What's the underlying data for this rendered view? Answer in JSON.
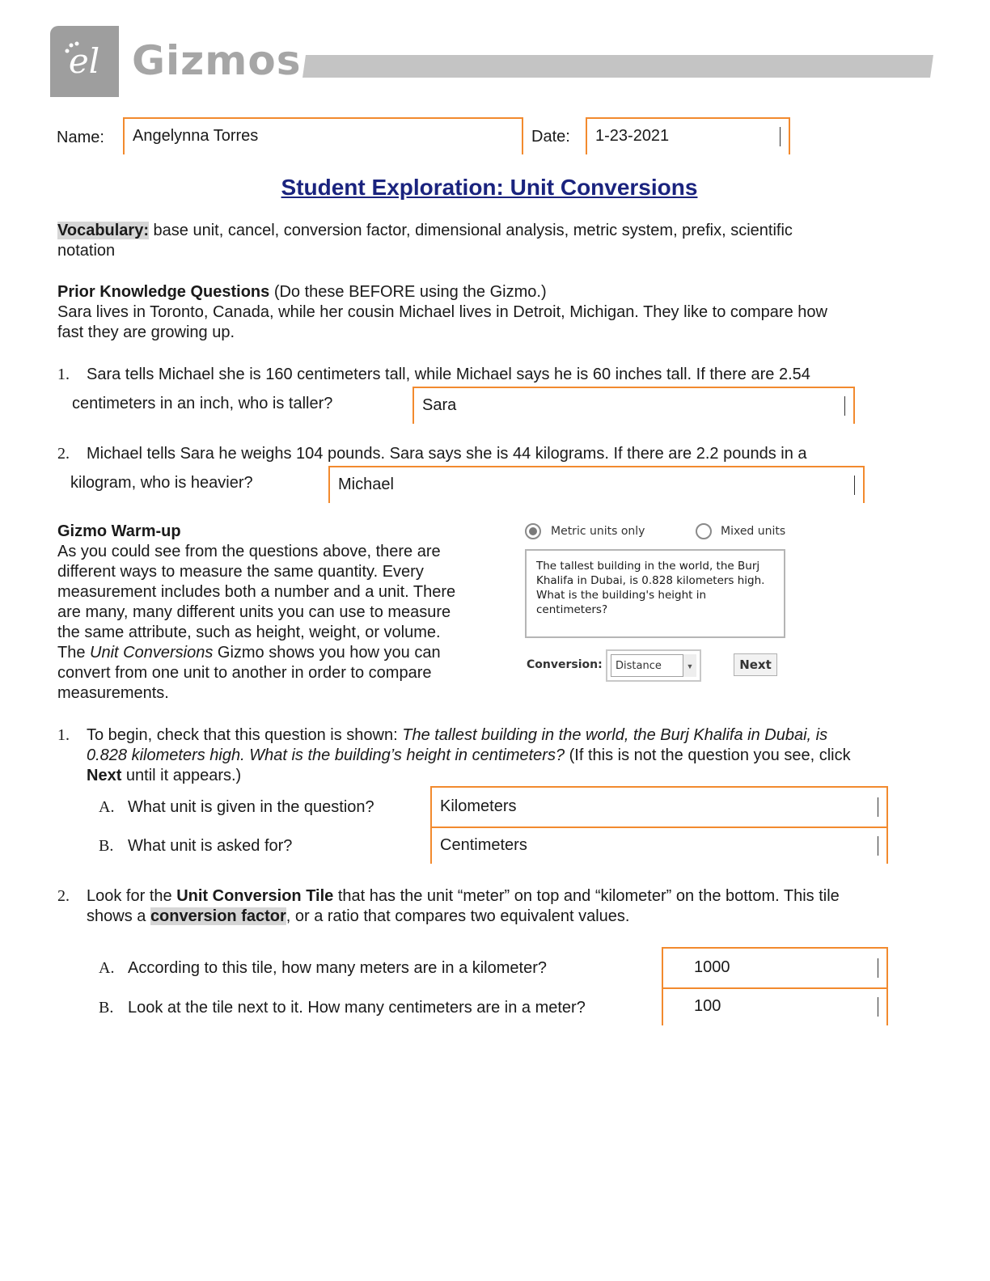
{
  "header": {
    "brand": "Gizmos"
  },
  "form": {
    "name_label": "Name:",
    "name_value": "Angelynna Torres",
    "date_label": "Date:",
    "date_value": "1-23-2021"
  },
  "title": "Student Exploration: Unit Conversions",
  "vocabulary": {
    "label": "Vocabulary:",
    "text_line1": " base unit, cancel, conversion factor, dimensional analysis, metric system, prefix, scientific",
    "text_line2": "notation"
  },
  "prior": {
    "heading": "Prior Knowledge Questions",
    "heading_note": " (Do these BEFORE using the Gizmo.)",
    "intro_line1": "Sara lives in Toronto, Canada, while her cousin Michael lives in Detroit, Michigan. They like to compare how",
    "intro_line2": "fast they are growing up.",
    "q1_num": "1.",
    "q1_line1": "Sara tells Michael she is 160 centimeters tall, while Michael says he is 60 inches tall. If there are 2.54",
    "q1_line2": "centimeters in an inch, who is taller?",
    "q1_answer": "Sara",
    "q2_num": "2.",
    "q2_line1": "Michael tells Sara he weighs 104 pounds. Sara says she is 44 kilograms. If there are 2.2 pounds in a",
    "q2_line2": "kilogram, who is heavier?",
    "q2_answer": "Michael"
  },
  "warmup": {
    "heading": "Gizmo Warm-up",
    "lines": [
      "As you could see from the questions above, there are",
      "different ways to measure the same quantity. Every",
      "measurement includes both a number and a unit. There",
      "are many, many different units you can use to measure",
      "the same attribute, such as height, weight, or volume."
    ],
    "line6_pre": "The ",
    "line6_italic": "Unit Conversions",
    "line6_post": " Gizmo shows you how you can",
    "line7": "convert from one unit to another in order to compare",
    "line8": "measurements."
  },
  "gizmo": {
    "radio_metric": "Metric units only",
    "radio_mixed": "Mixed units",
    "question_lines": [
      "The tallest building in the world, the Burj",
      "Khalifa in Dubai, is 0.828 kilometers high.",
      "What is the building's height in centimeters?"
    ],
    "conversion_label": "Conversion:",
    "conversion_value": "Distance",
    "next_button": "Next"
  },
  "q1": {
    "num": "1.",
    "line1_pre": "To begin, check that this question is shown: ",
    "line1_italic": "The tallest building in the world, the Burj Khalifa in Dubai, is",
    "line2_italic": "0.828 kilometers high. What is the building’s height in centimeters?",
    "line2_post": " (If this is not the question you see, click",
    "line3_bold": "Next",
    "line3_post": " until it appears.)",
    "a_letter": "A.",
    "a_text": "What unit is given in the question?",
    "a_answer": "Kilometers",
    "b_letter": "B.",
    "b_text": "What unit is asked for?",
    "b_answer": "Centimeters"
  },
  "q2": {
    "num": "2.",
    "line1_pre": "Look for the ",
    "line1_bold": "Unit Conversion Tile",
    "line1_post": " that has the unit “meter” on top and “kilometer” on the bottom. This tile",
    "line2_pre": "shows a ",
    "line2_bold": "conversion factor",
    "line2_post": ", or a ratio that compares two equivalent values.",
    "a_letter": "A.",
    "a_text": "According to this tile, how many meters are in a kilometer?",
    "a_answer": "1000",
    "b_letter": "B.",
    "b_text": "Look at the tile next to it. How many centimeters are in a meter?",
    "b_answer": "100"
  }
}
